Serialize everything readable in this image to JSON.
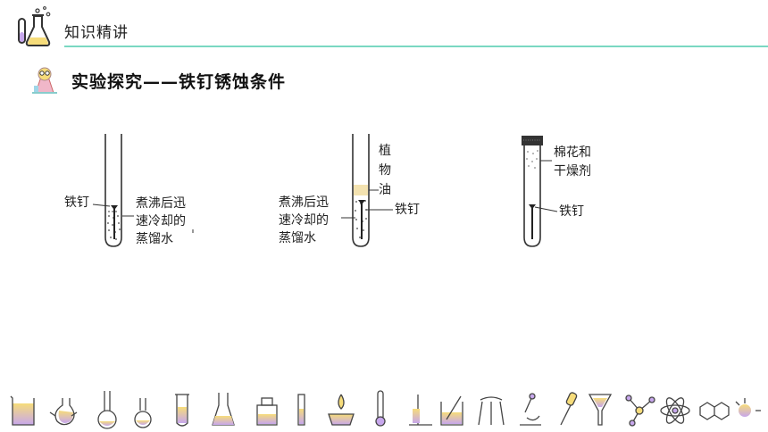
{
  "header": {
    "title": "知识精讲"
  },
  "section": {
    "title": "实验探究——铁钉锈蚀条件"
  },
  "tube1": {
    "nail_label": "铁钉",
    "water_label": [
      "煮沸后迅",
      "速冷却的",
      "蒸馏水"
    ]
  },
  "tube2": {
    "oil_label": [
      "植",
      "物",
      "油"
    ],
    "water_label": [
      "煮沸后迅",
      "速冷却的",
      "蒸馏水"
    ],
    "nail_label": "铁钉"
  },
  "tube3": {
    "desiccant_label": [
      "棉花和",
      "干燥剂"
    ],
    "nail_label": "铁钉"
  },
  "colors": {
    "accent": "#7ad8c2",
    "icon_purple": "#c7a7ec",
    "icon_yellow": "#f6dc7a",
    "oil": "#f3e2b0"
  },
  "footer_icons": [
    "beaker-icon",
    "round-flask-icon",
    "volumetric-flask-icon",
    "round-bottom-flask-icon",
    "test-tube-icon",
    "conical-flask-icon",
    "reagent-bottle-icon",
    "thin-tube-icon",
    "alcohol-lamp-icon",
    "thermometer-icon",
    "iron-stand-icon",
    "beaker-with-rod-icon",
    "tripod-icon",
    "microscope-icon",
    "dropper-icon",
    "funnel-icon",
    "molecule-icon",
    "atom-icon",
    "hexagon-structure-icon",
    "sparkle-icon"
  ]
}
